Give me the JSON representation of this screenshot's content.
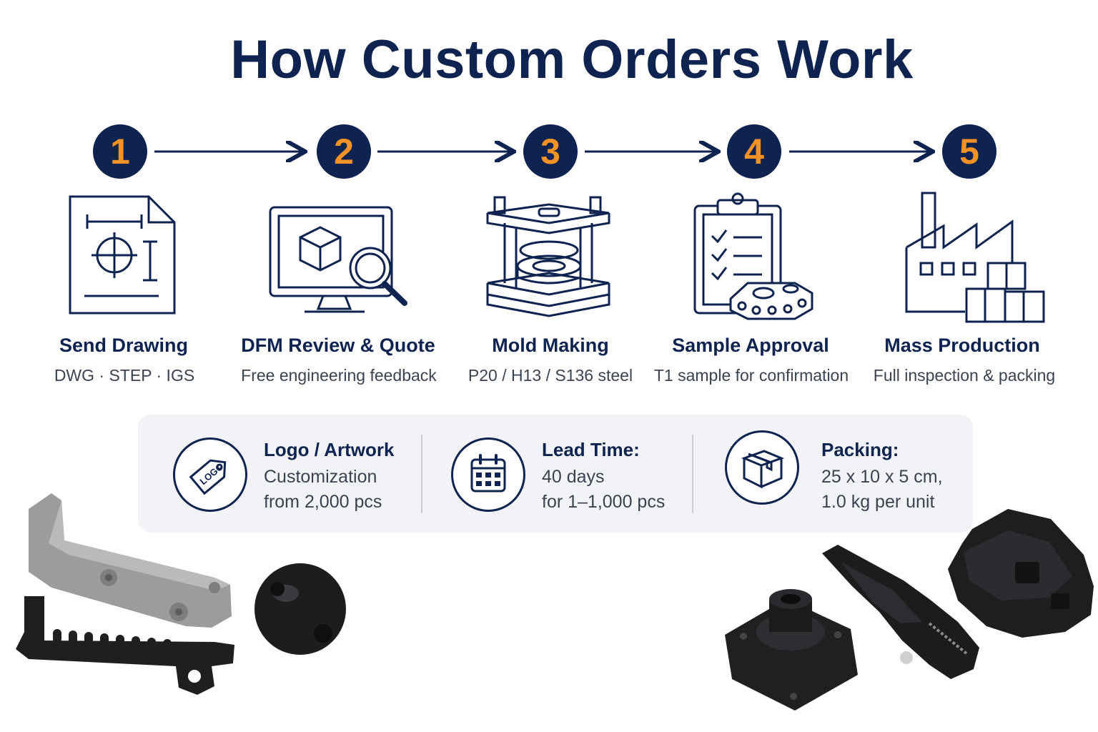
{
  "title": "How Custom Orders Work",
  "steps": [
    {
      "number": "1",
      "title": "Send Drawing",
      "subtitle": "DWG · STEP · IGS",
      "icon": "drawing-document-icon"
    },
    {
      "number": "2",
      "title": "DFM Review & Quote",
      "subtitle": "Free engineering feedback",
      "icon": "monitor-magnifier-icon"
    },
    {
      "number": "3",
      "title": "Mold Making",
      "subtitle": "P20 / H13 / S136 steel",
      "icon": "mold-press-icon"
    },
    {
      "number": "4",
      "title": "Sample Approval",
      "subtitle": "T1 sample for confirmation",
      "icon": "clipboard-checklist-icon"
    },
    {
      "number": "5",
      "title": "Mass Production",
      "subtitle": "Full inspection & packing",
      "icon": "factory-boxes-icon"
    }
  ],
  "info": [
    {
      "heading": "Logo / Artwork",
      "line1": "Customization",
      "line2": "from 2,000 pcs",
      "icon": "logo-tag-icon",
      "tag_text": "LOGO"
    },
    {
      "heading": "Lead Time:",
      "line1": "40 days",
      "line2": "for 1–1,000 pcs",
      "icon": "calendar-icon"
    },
    {
      "heading": "Packing:",
      "line1": "25 x 10 x 5 cm,",
      "line2": "1.0 kg per unit",
      "icon": "box-icon"
    }
  ],
  "colors": {
    "navy": "#0f2350",
    "orange": "#f29125",
    "panel": "#f1f3f6",
    "text_gray": "#3c4350"
  }
}
